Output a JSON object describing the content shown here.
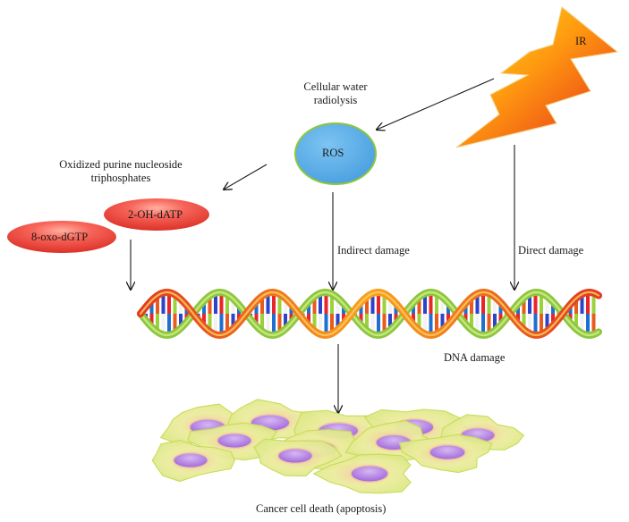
{
  "labels": {
    "ir": "IR",
    "water_radiolysis_line1": "Cellular water",
    "water_radiolysis_line2": "radiolysis",
    "ros": "ROS",
    "oxidized_line1": "Oxidized purine nucleoside",
    "oxidized_line2": "triphosphates",
    "oh_datp": "2-OH-dATP",
    "oxo_dgtp": "8-oxo-dGTP",
    "indirect_damage": "Indirect damage",
    "direct_damage": "Direct damage",
    "dna_damage": "DNA damage",
    "apoptosis": "Cancer cell death (apoptosis)"
  },
  "colors": {
    "ros_fill": "#5aaee8",
    "ros_stroke": "#8cc63f",
    "pill_fill": "#e8392c",
    "pill_highlight": "#ff9f8f",
    "strand_green": "#8dc63f",
    "strand_orange": "#f08a1c",
    "strand_red": "#e03a1e",
    "cell_fill": "#e2ee96",
    "nucleus_fill": "#b583e0"
  },
  "icons": {
    "lightning": "lightning-bolt-icon",
    "dna": "dna-double-helix-icon",
    "cells": "cancer-cell-cluster-icon"
  }
}
